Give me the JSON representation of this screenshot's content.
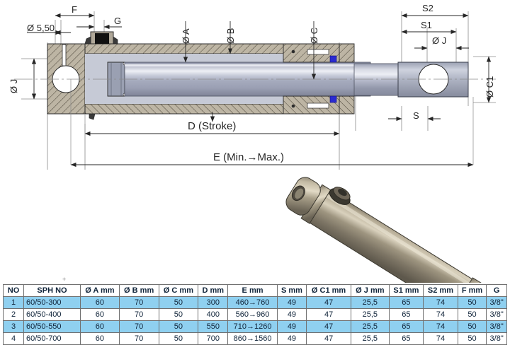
{
  "drawing": {
    "title": "hydraulic-cylinder-sectional-drawing",
    "dimensions": {
      "bolt_hole": "Ø 5,50",
      "f": "F",
      "g": "G",
      "dia_a": "Ø A",
      "dia_b": "Ø B",
      "dia_c": "Ø C",
      "dia_j_left": "Ø J",
      "dia_j_right": "Ø J",
      "dia_c1": "Ø C1",
      "s": "S",
      "s1": "S1",
      "s2": "S2",
      "d_stroke": "D (Stroke)",
      "e_minmax": "E (Min.→Max.)"
    }
  },
  "table": {
    "headers": [
      "NO",
      "SPH NO",
      "Ø A mm",
      "Ø B mm",
      "Ø C mm",
      "D mm",
      "E mm",
      "S mm",
      "Ø C1 mm",
      "Ø J mm",
      "S1 mm",
      "S2 mm",
      "F mm",
      "G"
    ],
    "rows": [
      {
        "no": "1",
        "sph": "60/50-300",
        "a": "60",
        "b": "70",
        "c": "50",
        "d": "300",
        "e": "460→760",
        "s": "49",
        "c1": "47",
        "j": "25,5",
        "s1": "65",
        "s2": "74",
        "f": "50",
        "g": "3/8\"",
        "highlight": true
      },
      {
        "no": "2",
        "sph": "60/50-400",
        "a": "60",
        "b": "70",
        "c": "50",
        "d": "400",
        "e": "560→960",
        "s": "49",
        "c1": "47",
        "j": "25,5",
        "s1": "65",
        "s2": "74",
        "f": "50",
        "g": "3/8\"",
        "highlight": false
      },
      {
        "no": "3",
        "sph": "60/50-550",
        "a": "60",
        "b": "70",
        "c": "50",
        "d": "550",
        "e": "710→1260",
        "s": "49",
        "c1": "47",
        "j": "25,5",
        "s1": "65",
        "s2": "74",
        "f": "50",
        "g": "3/8\"",
        "highlight": true
      },
      {
        "no": "4",
        "sph": "60/50-700",
        "a": "60",
        "b": "70",
        "c": "50",
        "d": "700",
        "e": "860→1560",
        "s": "49",
        "c1": "47",
        "j": "25,5",
        "s1": "65",
        "s2": "74",
        "f": "50",
        "g": "3/8\"",
        "highlight": false
      }
    ]
  },
  "colors": {
    "highlight_row": "#8fd0f0",
    "steel_body": "#b3b6c4",
    "hatch_metal": "#b8b0a0",
    "seal_blue": "#2a2ad0",
    "render_bronze": "#8c8372",
    "line": "#262626"
  }
}
